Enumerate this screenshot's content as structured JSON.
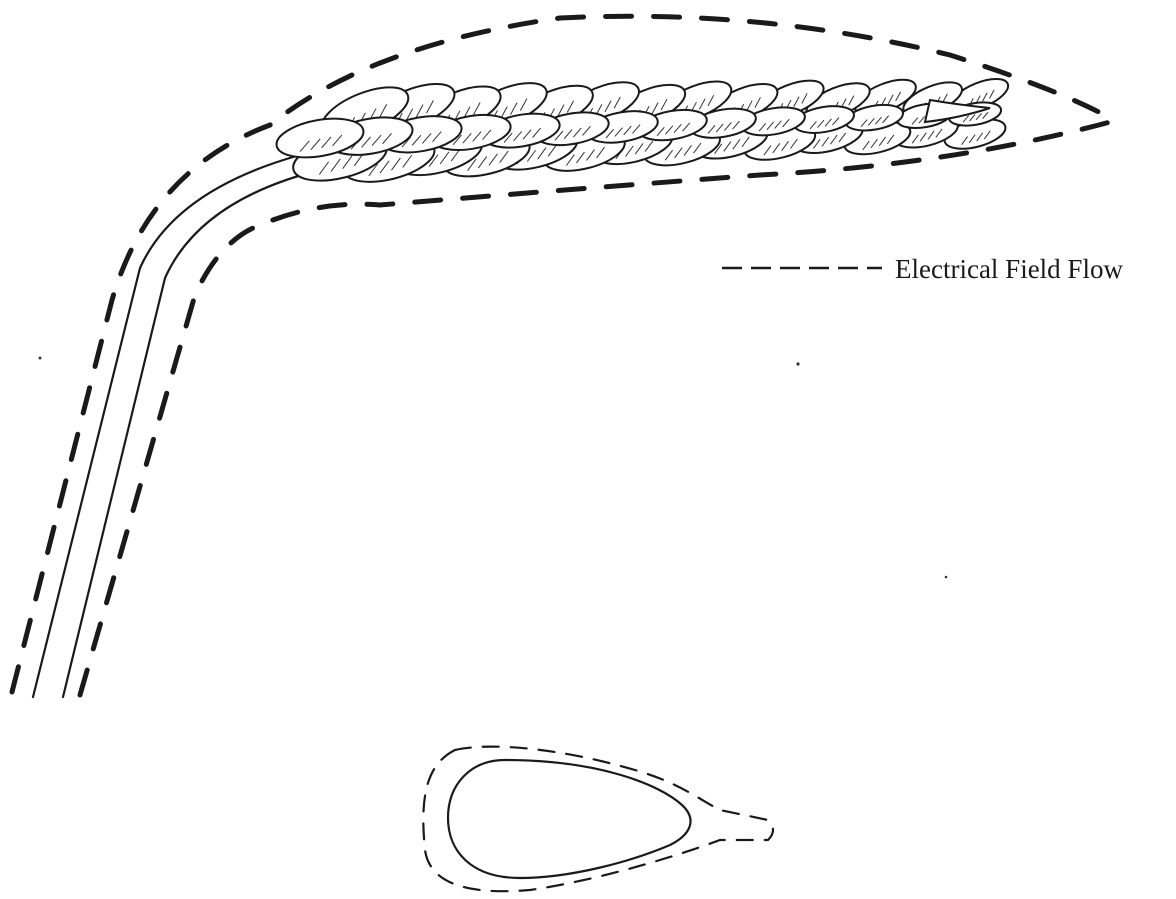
{
  "legend": {
    "label": "Electrical Field Flow",
    "line_style": "dashed"
  },
  "figure": {
    "subjects": [
      "wheat-ear-with-stem",
      "teardrop-cross-section"
    ],
    "colors": {
      "ink": "#1a1a1a",
      "background": "#ffffff"
    }
  }
}
